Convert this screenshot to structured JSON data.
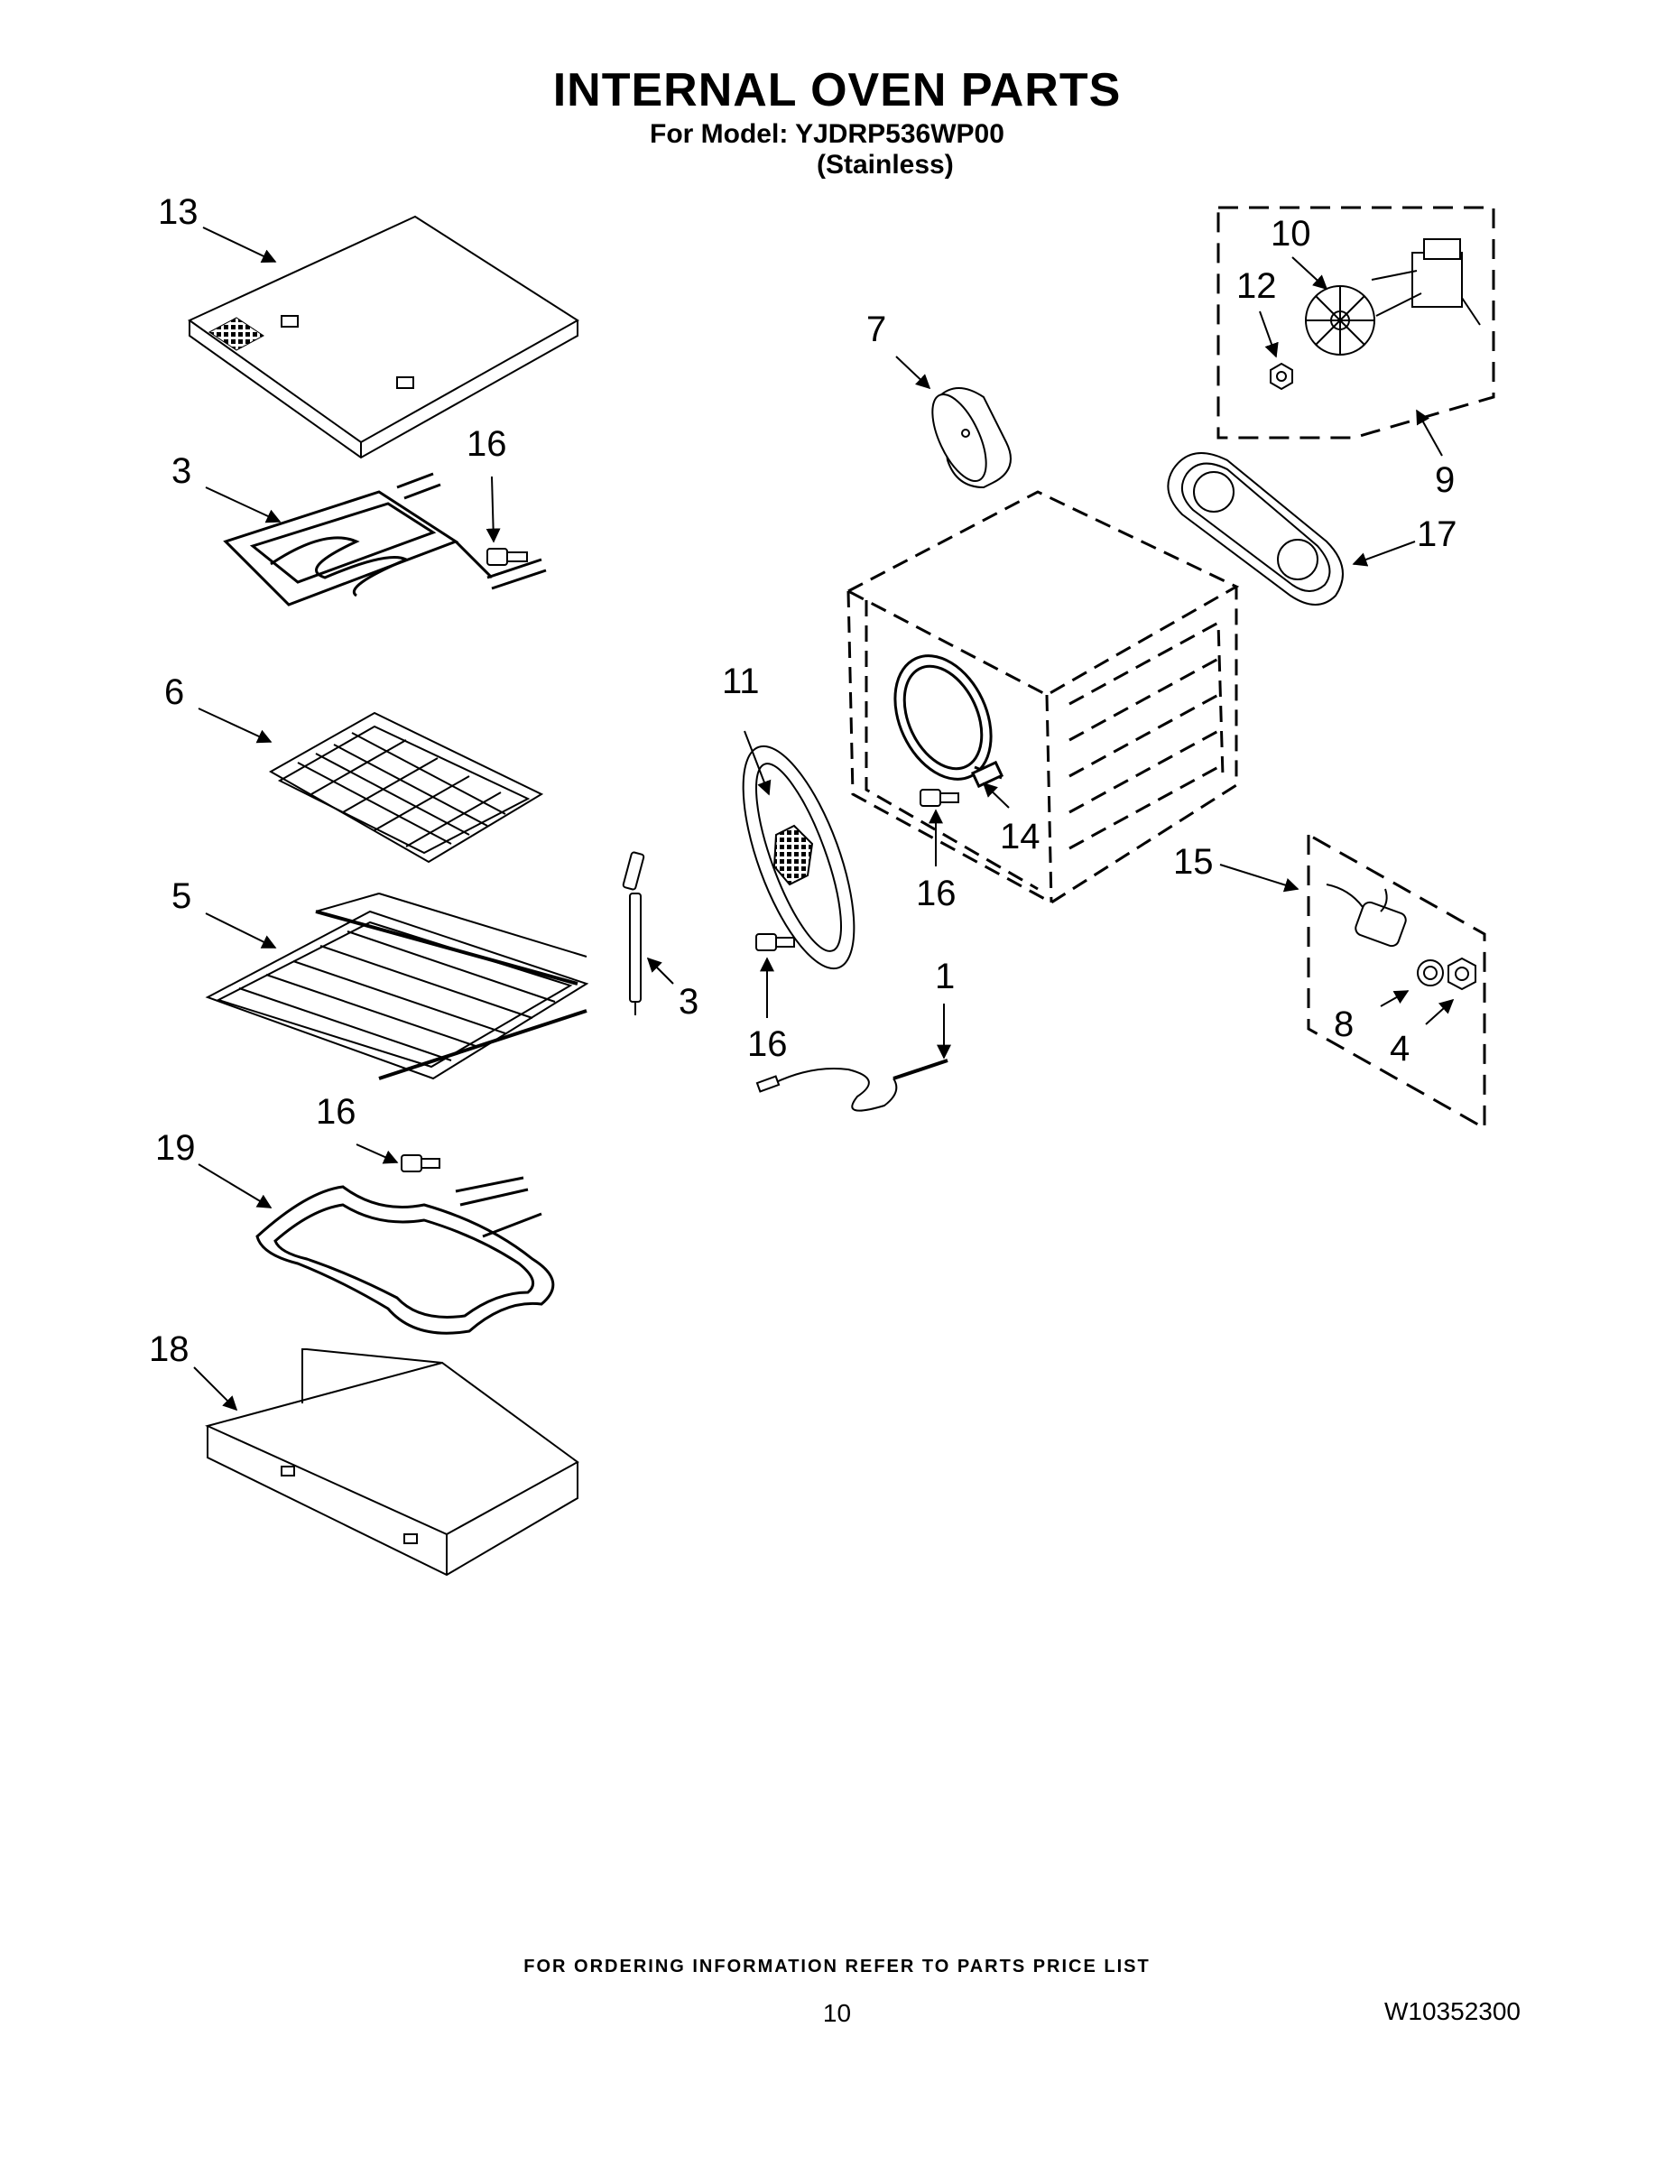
{
  "header": {
    "title": "INTERNAL OVEN PARTS",
    "model_line": "For Model: YJDRP536WP00",
    "finish_line": "(Stainless)"
  },
  "callouts": {
    "c13": "13",
    "c3a": "3",
    "c16a": "16",
    "c6": "6",
    "c5": "5",
    "c16b": "16",
    "c19": "19",
    "c18": "18",
    "c3b": "3",
    "c16c": "16",
    "c11": "11",
    "c7": "7",
    "c16d": "16",
    "c14": "14",
    "c1": "1",
    "c10": "10",
    "c12": "12",
    "c9": "9",
    "c17": "17",
    "c15": "15",
    "c8": "8",
    "c4": "4"
  },
  "footer": {
    "ordering_note": "FOR ORDERING INFORMATION REFER TO PARTS PRICE LIST",
    "page_number": "10",
    "document_number": "W10352300"
  }
}
